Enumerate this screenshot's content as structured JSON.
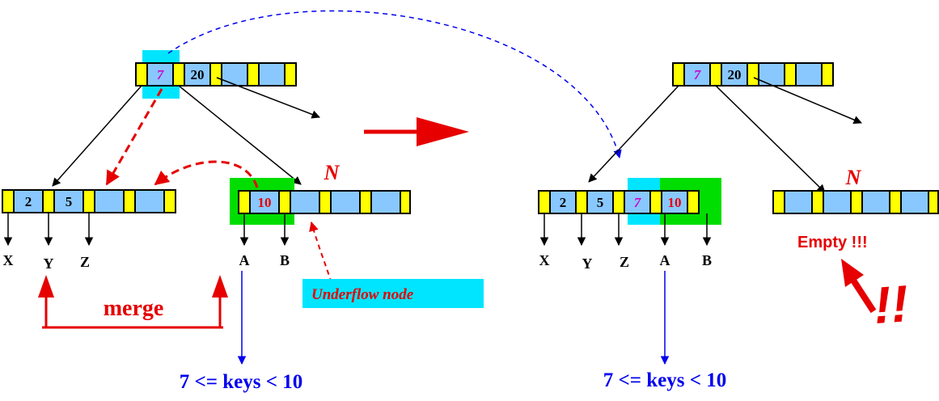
{
  "colors": {
    "pointer_cell": "#ffff00",
    "key_cell": "#88c8ff",
    "highlight_cyan": "#00e5ff",
    "highlight_green": "#00dd00",
    "red": "#e60000",
    "blue": "#0000ee"
  },
  "before": {
    "root_keys": [
      "7",
      "20"
    ],
    "left_child_keys": [
      "2",
      "5"
    ],
    "underflow_node_keys": [
      "10"
    ],
    "underflow_node_label": "N",
    "leaf_labels": [
      "X",
      "Y",
      "Z",
      "A",
      "B"
    ],
    "merge_label": "merge",
    "underflow_label": "Underflow node",
    "range_label": "7 <= keys < 10"
  },
  "after": {
    "root_keys": [
      "7",
      "20"
    ],
    "merged_node_keys": [
      "2",
      "5",
      "7",
      "10"
    ],
    "empty_node_label": "N",
    "empty_label": "Empty !!!",
    "leaf_labels": [
      "X",
      "Y",
      "Z",
      "A",
      "B"
    ],
    "range_label": "7 <= keys < 10",
    "exclaim": "!!"
  }
}
